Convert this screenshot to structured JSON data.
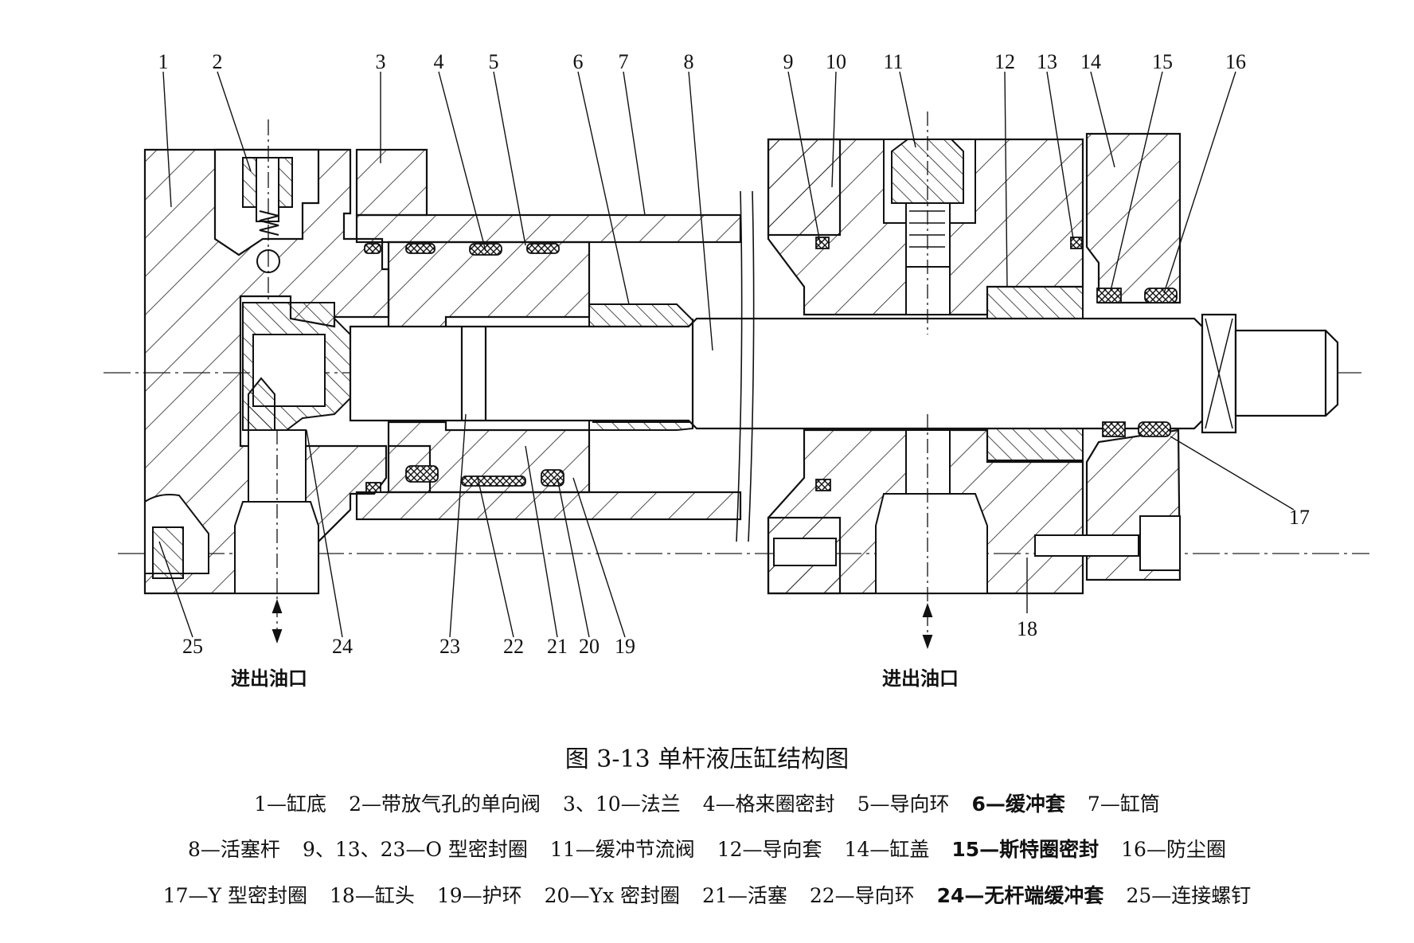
{
  "part_numbers": [
    "1",
    "2",
    "3",
    "4",
    "5",
    "6",
    "7",
    "8",
    "9",
    "10",
    "11",
    "12",
    "13",
    "14",
    "15",
    "16",
    "17",
    "18",
    "19",
    "20",
    "21",
    "22",
    "23",
    "24",
    "25"
  ],
  "port_labels": {
    "left": "进出油口",
    "right": "进出油口"
  },
  "caption": "图 3-13   单杆液压缸结构图",
  "legend": {
    "line1": [
      {
        "text": "1—缸底",
        "bold": false
      },
      {
        "text": "2—带放气孔的单向阀",
        "bold": false
      },
      {
        "text": "3、10—法兰",
        "bold": false
      },
      {
        "text": "4—格来圈密封",
        "bold": false
      },
      {
        "text": "5—导向环",
        "bold": false
      },
      {
        "text": "6—缓冲套",
        "bold": true
      },
      {
        "text": "7—缸筒",
        "bold": false
      }
    ],
    "line2": [
      {
        "text": "8—活塞杆",
        "bold": false
      },
      {
        "text": "9、13、23—O 型密封圈",
        "bold": false
      },
      {
        "text": "11—缓冲节流阀",
        "bold": false
      },
      {
        "text": "12—导向套",
        "bold": false
      },
      {
        "text": "14—缸盖",
        "bold": false
      },
      {
        "text": "15—斯特圈密封",
        "bold": true
      },
      {
        "text": "16—防尘圈",
        "bold": false
      }
    ],
    "line3": [
      {
        "text": "17—Y 型密封圈",
        "bold": false
      },
      {
        "text": "18—缸头",
        "bold": false
      },
      {
        "text": "19—护环",
        "bold": false
      },
      {
        "text": "20—Yx 密封圈",
        "bold": false
      },
      {
        "text": "21—活塞",
        "bold": false
      },
      {
        "text": "22—导向环",
        "bold": false
      },
      {
        "text": "24—无杆端缓冲套",
        "bold": true
      },
      {
        "text": "25—连接螺钉",
        "bold": false
      }
    ]
  }
}
